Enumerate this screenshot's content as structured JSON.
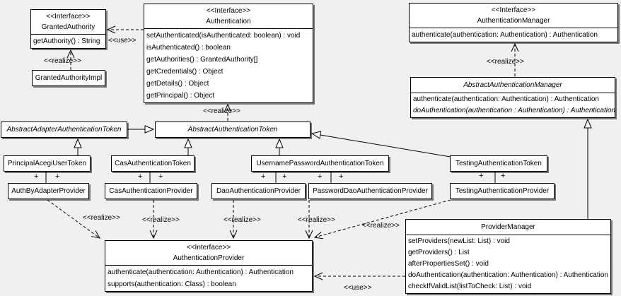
{
  "symbols": {
    "plus": "+"
  },
  "stereotypes": {
    "interface": "<<Interface>>",
    "realize": "<<realize>>",
    "use": "<<use>>"
  },
  "classes": {
    "granted_authority": {
      "stereotype": "<<Interface>>",
      "name": "GrantedAuthority",
      "methods": [
        "getAuthority() : String"
      ]
    },
    "granted_authority_impl": {
      "name": "GrantedAuthorityImpl"
    },
    "authentication": {
      "stereotype": "<<Interface>>",
      "name": "Authentication",
      "methods": [
        "setAuthenticated(isAuthenticated: boolean) : void",
        "isAuthenticated() : boolean",
        "getAuthorities() : GrantedAuthority[]",
        "getCredentials() : Object",
        "getDetails() : Object",
        "getPrincipal() : Object"
      ]
    },
    "authentication_manager": {
      "stereotype": "<<Interface>>",
      "name": "AuthenticationManager",
      "methods": [
        "authenticate(authentication: Authentication) : Authentication"
      ]
    },
    "abstract_authentication_manager": {
      "name": "AbstractAuthenticationManager",
      "methods": [
        "authenticate(authentication: Authentication) : Authentication",
        "doAuthentication(authentication : Authentication) : Authentication"
      ]
    },
    "abstract_adapter_authentication_token": {
      "name": "AbstractAdapterAuthenticationToken"
    },
    "abstract_authentication_token": {
      "name": "AbstractAuthenticationToken"
    },
    "principal_acegi_user_token": {
      "name": "PrincipalAcegiUserToken"
    },
    "cas_authentication_token": {
      "name": "CasAuthenticationToken"
    },
    "username_password_authentication_token": {
      "name": "UsernamePasswordAuthenticationToken"
    },
    "testing_authentication_token": {
      "name": "TestingAuthenticationToken"
    },
    "auth_by_adapter_provider": {
      "name": "AuthByAdapterProvider"
    },
    "cas_authentication_provider": {
      "name": "CasAuthenticationProvider"
    },
    "dao_authentication_provider": {
      "name": "DaoAuthenticationProvider"
    },
    "password_dao_authentication_provider": {
      "name": "PasswordDaoAuthenticationProvider"
    },
    "testing_authentication_provider": {
      "name": "TestingAuthenticationProvider"
    },
    "authentication_provider": {
      "stereotype": "<<Interface>>",
      "name": "AuthenticationProvider",
      "methods": [
        "authenticate(authentication: Authentication) : Authentication",
        "supports(authentication: Class) : boolean"
      ]
    },
    "provider_manager": {
      "name": "ProviderManager",
      "methods": [
        "setProviders(newList: List) : void",
        "getProviders() : List",
        "afterPropertiesSet() : void",
        "doAuthentication(authentication: Authentication) : Authentication",
        "checkIfValidList(listToCheck: List) : void"
      ]
    }
  }
}
